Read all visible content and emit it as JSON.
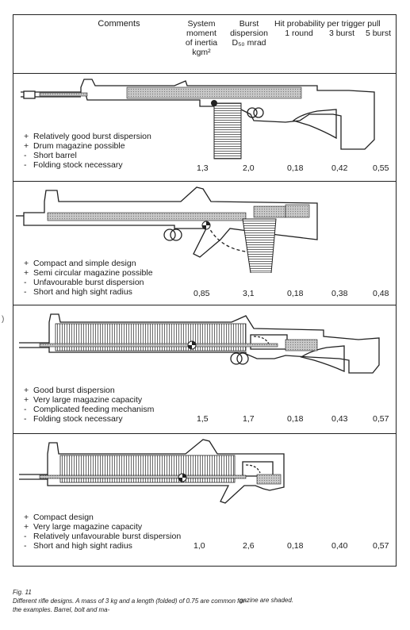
{
  "headers": {
    "comments": "Comments",
    "inertia": [
      "System",
      "moment",
      "of inertia",
      "kgm²"
    ],
    "dispersion": [
      "Burst",
      "dispersion",
      "D₅₀ mrad"
    ],
    "hit_prob_title": "Hit probability per trigger pull",
    "hit_cols": [
      "1 round",
      "3 burst",
      "5 burst"
    ]
  },
  "designs": [
    {
      "comments": [
        {
          "sign": "+",
          "text": "Relatively good burst dispersion"
        },
        {
          "sign": "+",
          "text": "Drum magazine possible"
        },
        {
          "sign": "-",
          "text": "Short barrel"
        },
        {
          "sign": "-",
          "text": "Folding stock necessary"
        }
      ],
      "inertia": "1,3",
      "dispersion": "2,0",
      "p1": "0,18",
      "p3": "0,42",
      "p5": "0,55"
    },
    {
      "comments": [
        {
          "sign": "+",
          "text": "Compact and simple design"
        },
        {
          "sign": "+",
          "text": "Semi circular magazine possible"
        },
        {
          "sign": "-",
          "text": "Unfavourable burst dispersion"
        },
        {
          "sign": "-",
          "text": "Short and high sight radius"
        }
      ],
      "inertia": "0,85",
      "dispersion": "3,1",
      "p1": "0,18",
      "p3": "0,38",
      "p5": "0,48"
    },
    {
      "comments": [
        {
          "sign": "+",
          "text": "Good burst dispersion"
        },
        {
          "sign": "+",
          "text": "Very large magazine capacity"
        },
        {
          "sign": "-",
          "text": "Complicated feeding mechanism"
        },
        {
          "sign": "-",
          "text": "Folding stock  necessary"
        }
      ],
      "inertia": "1,5",
      "dispersion": "1,7",
      "p1": "0,18",
      "p3": "0,43",
      "p5": "0,57"
    },
    {
      "comments": [
        {
          "sign": "+",
          "text": "Compact design"
        },
        {
          "sign": "+",
          "text": "Very large magazine capacity"
        },
        {
          "sign": "-",
          "text": "Relatively unfavourable burst dispersion"
        },
        {
          "sign": "-",
          "text": "Short and high sight radius"
        }
      ],
      "inertia": "1,0",
      "dispersion": "2,6",
      "p1": "0,18",
      "p3": "0,40",
      "p5": "0,57"
    }
  ],
  "caption": {
    "label": "Fig. 11",
    "text": "Different rifle designs. A mass of 3 kg and a length (folded) of 0.75 are common for the examples. Barrel, bolt and ma-",
    "tail": "gazine are shaded."
  },
  "marginal_mark": ")"
}
